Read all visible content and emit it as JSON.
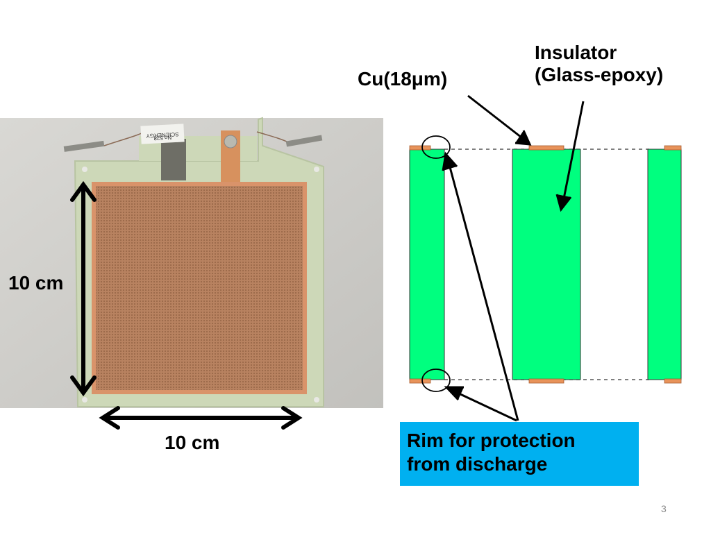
{
  "labels": {
    "insulator_line1": "Insulator",
    "insulator_line2": "(Glass-epoxy)",
    "cu": "Cu(18μm)",
    "dim_vertical": "10 cm",
    "dim_horizontal": "10 cm",
    "rim_line1": "Rim for protection",
    "rim_line2": "from discharge"
  },
  "photo": {
    "board_tag_line1": "SCIENERGY",
    "board_tag_line2": "No.528"
  },
  "page_number": "3",
  "colors": {
    "insulator": "#00ff7f",
    "copper": "#e8935a",
    "callout_bg": "#00b0f0",
    "board": "#cdd8b8",
    "copper_plate": "#b98260"
  }
}
